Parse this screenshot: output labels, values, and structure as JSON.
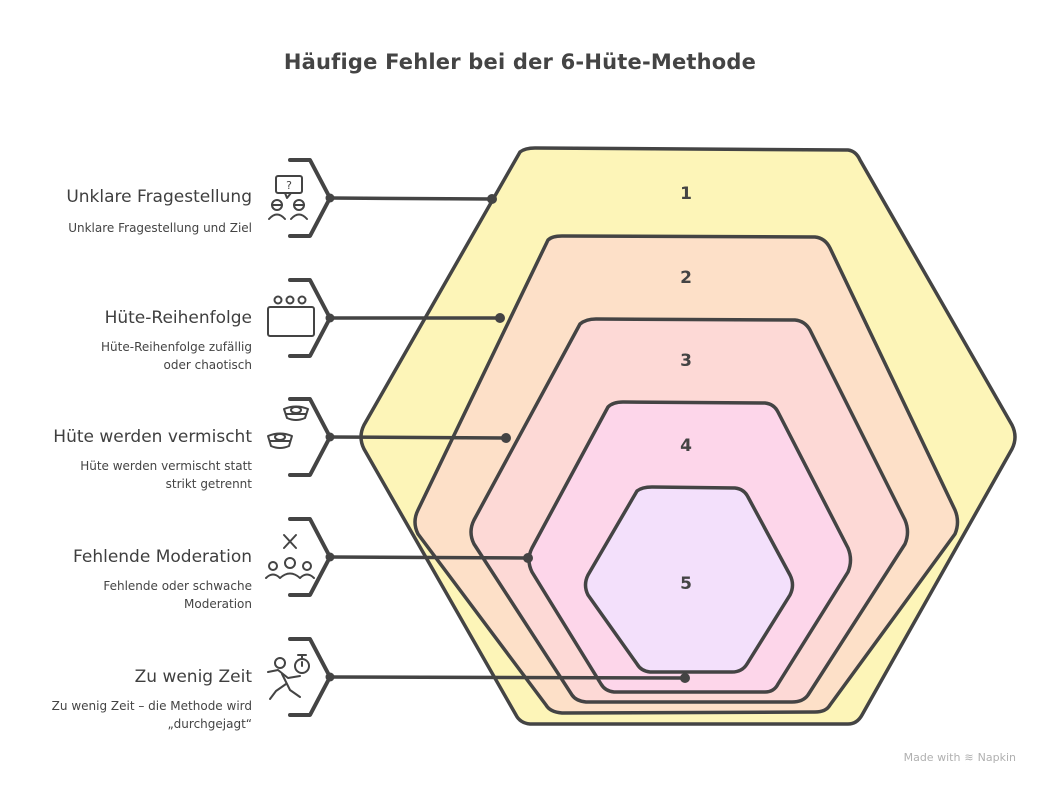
{
  "title": "Häufige Fehler bei der 6-Hüte-Methode",
  "items": [
    {
      "number": "1",
      "title": "Unklare Fragestellung",
      "description": "Unklare Fragestellung und Ziel",
      "icon": "people-question-icon",
      "color": "#fdf5b8"
    },
    {
      "number": "2",
      "title": "Hüte-Reihenfolge",
      "description": "Hüte-Reihenfolge zufällig oder chaotisch",
      "icon": "sequence-board-icon",
      "color": "#fde0c8"
    },
    {
      "number": "3",
      "title": "Hüte werden vermischt",
      "description": "Hüte werden vermischt statt strikt getrennt",
      "icon": "stacked-hats-icon",
      "color": "#fdd9d6"
    },
    {
      "number": "4",
      "title": "Fehlende Moderation",
      "description": "Fehlende oder schwache Moderation",
      "icon": "no-moderator-group-icon",
      "color": "#fdd6ea"
    },
    {
      "number": "5",
      "title": "Zu wenig Zeit",
      "description": "Zu wenig Zeit – die Methode wird „durchgejagt“",
      "icon": "running-stopwatch-icon",
      "color": "#f3e0fb"
    }
  ],
  "footer": {
    "made_with": "Made with",
    "brand": "Napkin"
  }
}
